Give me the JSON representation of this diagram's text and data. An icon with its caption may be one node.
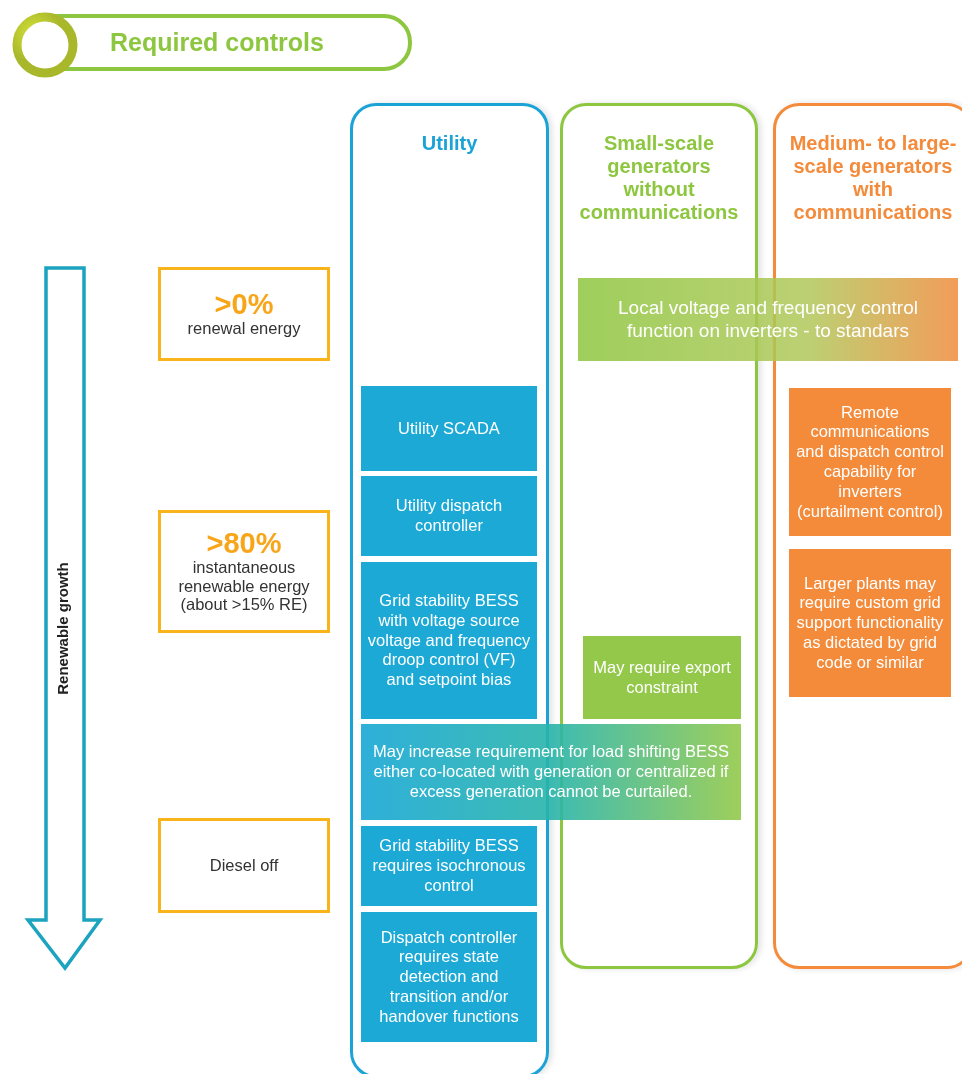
{
  "diagram": {
    "title": "Required controls",
    "nodes": [
      {
        "text": [
          "Utility"
        ]
      },
      {
        "text": [
          "Small-scale generators without communications"
        ]
      },
      {
        "text": [
          "Medium- to large-scale generators with communications"
        ]
      },
      {
        "text": [
          ">0%",
          "renewal energy"
        ]
      },
      {
        "text": [
          ">80%",
          "instantaneous renewable energy (about >15% RE)"
        ]
      },
      {
        "text": [
          "Diesel off"
        ]
      },
      {
        "text": [
          "Local voltage and frequency control function on inverters - to standars"
        ]
      },
      {
        "text": [
          "Utility SCADA"
        ],
        "in": 0
      },
      {
        "text": [
          "Utility dispatch controller"
        ],
        "in": 0
      },
      {
        "text": [
          "Grid stability BESS with voltage source voltage and frequency droop control (VF) and setpoint bias"
        ],
        "in": 0
      },
      {
        "text": [
          "May increase requirement for load shifting BESS either co-located with generation or centralized if excess generation cannot be curtailed."
        ]
      },
      {
        "text": [
          "Grid stability BESS requires isochronous control"
        ],
        "in": 0
      },
      {
        "text": [
          "Dispatch controller requires state detection and transition and/or handover functions"
        ],
        "in": 0
      },
      {
        "text": [
          "May require export constraint"
        ],
        "in": 1
      },
      {
        "text": [
          "Remote communications and dispatch control capability for inverters (curtailment control)"
        ],
        "in": 2
      },
      {
        "text": [
          "Larger plants may require custom grid support functionality as dictated by grid code or similar"
        ],
        "in": 2
      }
    ],
    "labels": [
      "Renewable growth"
    ]
  }
}
